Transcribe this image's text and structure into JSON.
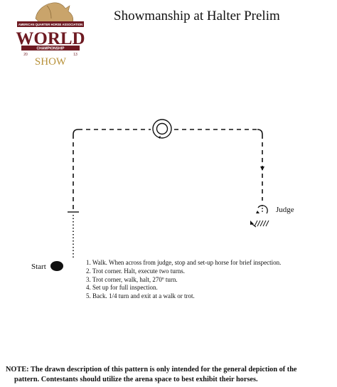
{
  "title": "Showmanship at Halter Prelim",
  "logo": {
    "association": "AMERICAN QUARTER HORSE ASSOCIATION",
    "word": "WORLD",
    "championship": "CHAMPIONSHIP",
    "year_left": "20",
    "year_right": "13",
    "show": "SHOW",
    "colors": {
      "maroon": "#6e1a22",
      "gold": "#b8923a",
      "horse": "#c9a46b"
    }
  },
  "diagram": {
    "start_label": "Start",
    "judge_label": "Judge",
    "line_color": "#111111"
  },
  "steps": [
    "1. Walk.  When across from judge, stop and set-up horse for brief inspection.",
    "2. Trot corner.  Halt, execute two turns.",
    "3. Trot corner, walk, halt, 270º turn.",
    "4. Set up for full inspection.",
    "5. Back. 1/4 turn and exit at a walk or trot."
  ],
  "note": {
    "line1": "NOTE:  The drawn description of this pattern is only intended for the general depiction of the",
    "line2": "pattern.  Contestants should utilize the arena space to best exhibit their horses."
  }
}
